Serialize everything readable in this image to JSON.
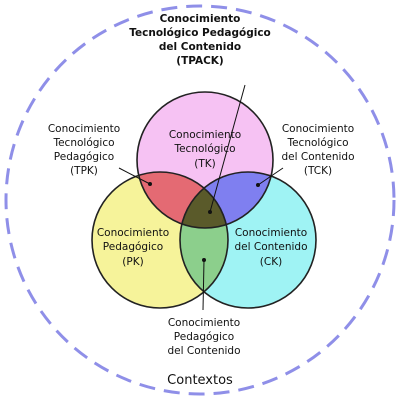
{
  "diagram": {
    "colors": {
      "outer_dash": "#8f8fe8",
      "tk": "#f6c2f3",
      "pk": "#f6f39a",
      "ck": "#9ff3f4",
      "tpk": "#e46a73",
      "tck": "#7f7ff0",
      "pck": "#8ccf8c",
      "tpack": "#5a5a2a"
    },
    "tpack": {
      "line1": "Conocimiento",
      "line2": "Tecnológico Pedagógico",
      "line3": "del Contenido",
      "line4": "(TPACK)"
    },
    "tk": {
      "line1": "Conocimiento",
      "line2": "Tecnológico",
      "line3": "(TK)"
    },
    "pk": {
      "line1": "Conocimiento",
      "line2": "Pedagógico",
      "line3": "(PK)"
    },
    "ck": {
      "line1": "Conocimiento",
      "line2": "del Contenido",
      "line3": "(CK)"
    },
    "tpk": {
      "line1": "Conocimiento",
      "line2": "Tecnológico",
      "line3": "Pedagógico",
      "line4": "(TPK)"
    },
    "tck": {
      "line1": "Conocimiento",
      "line2": "Tecnológico",
      "line3": "del Contenido",
      "line4": "(TCK)"
    },
    "pck": {
      "line1": "Conocimiento",
      "line2": "Pedagógico",
      "line3": "del Contenido"
    },
    "contexts": "Contextos"
  }
}
